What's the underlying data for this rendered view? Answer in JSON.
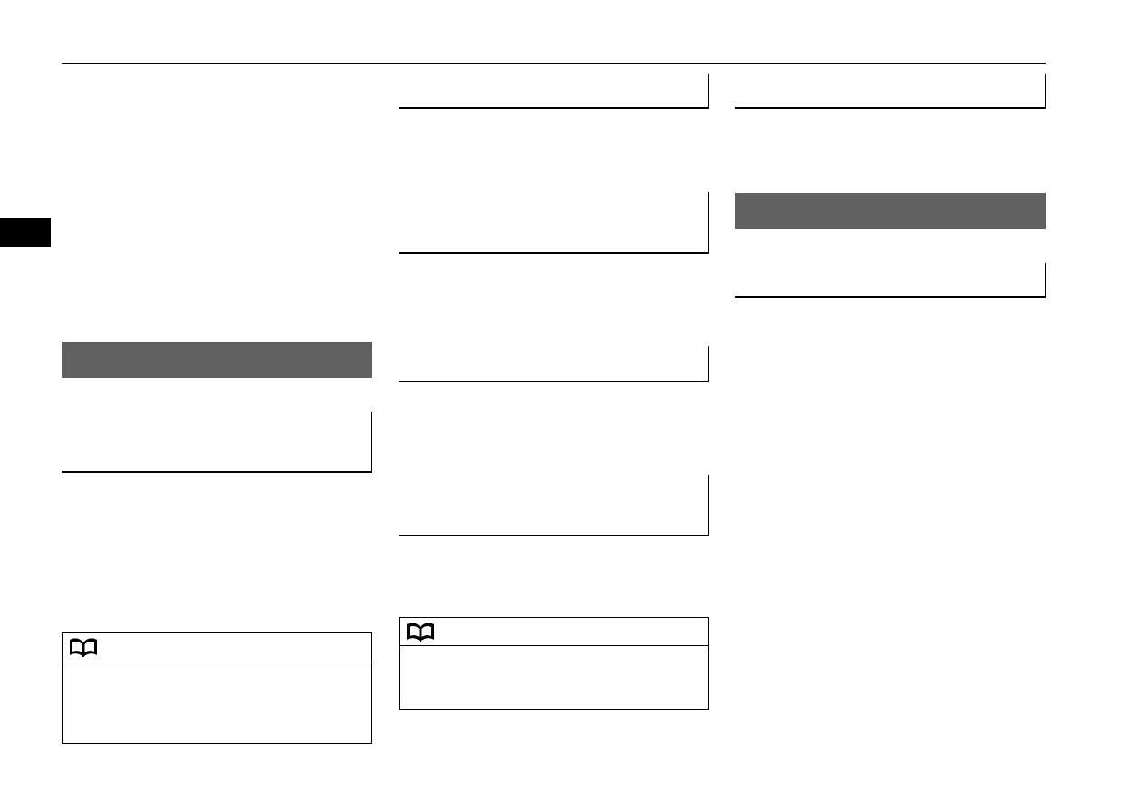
{
  "page": {
    "colors": {
      "rule": "#000000",
      "section_bar": "#606060",
      "side_tab": "#000000",
      "background": "#ffffff"
    }
  },
  "columns": {
    "left": {
      "section_bars": 1,
      "heading_boxes": 1,
      "note_boxes": [
        {
          "icon": "open-book-icon"
        }
      ]
    },
    "middle": {
      "heading_boxes": 4,
      "note_boxes": [
        {
          "icon": "open-book-icon"
        }
      ]
    },
    "right": {
      "section_bars": 1,
      "heading_boxes": 2
    }
  }
}
